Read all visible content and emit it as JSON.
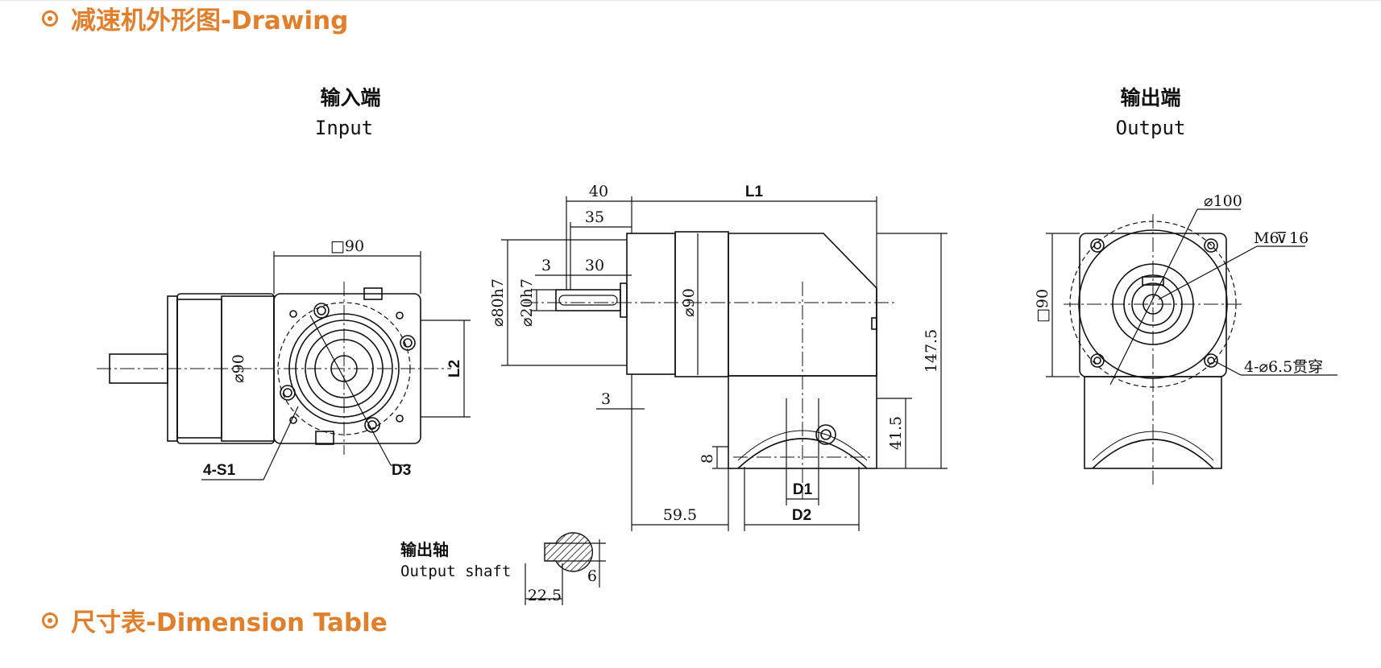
{
  "sections": {
    "drawing": "减速机外形图-Drawing",
    "table": "尺寸表-Dimension Table"
  },
  "views": {
    "input": {
      "cn": "输入端",
      "en": "Input"
    },
    "output": {
      "cn": "输出端",
      "en": "Output"
    },
    "shaft": {
      "cn": "输出轴",
      "en": "Output shaft"
    }
  },
  "dims": {
    "sq90_input": "□90",
    "dia90_input": "⌀90",
    "l2": "L2",
    "s1": "4-S1",
    "d3": "D3",
    "d40": "40",
    "d35": "35",
    "d3_top": "3",
    "d30": "30",
    "l1": "L1",
    "dia80": "⌀80h7",
    "dia20": "⌀20h7",
    "dia90_side": "⌀90",
    "h147": "147.5",
    "h41": "41.5",
    "d3_left": "3",
    "d8": "8",
    "d59": "59.5",
    "d1": "D1",
    "d2": "D2",
    "dia100": "⌀100",
    "m6": "M6",
    "depth16": "16",
    "sq90_output": "□90",
    "holes": "4-⌀6.5贯穿",
    "w22": "22.5",
    "w6": "6"
  }
}
